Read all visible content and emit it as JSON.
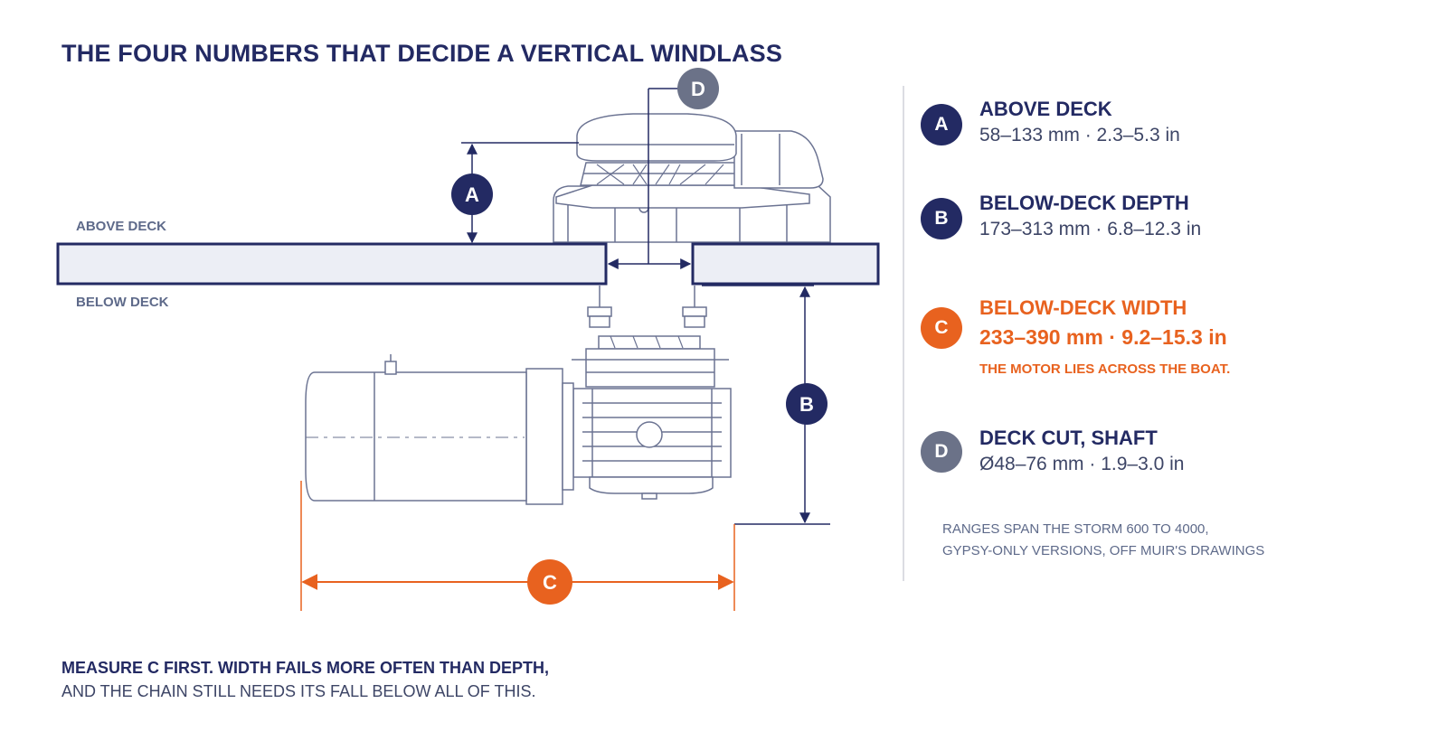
{
  "title": "THE FOUR NUMBERS THAT DECIDE A VERTICAL WINDLASS",
  "diagram": {
    "above_deck_label": "ABOVE DECK",
    "below_deck_label": "BELOW DECK",
    "markers": {
      "a": "A",
      "b": "B",
      "c": "C",
      "d": "D"
    }
  },
  "colors": {
    "navy": "#232a63",
    "accent_orange": "#e8621f",
    "grey_badge": "#6b7288",
    "text_muted": "#5e6a8a"
  },
  "legend": [
    {
      "badge": "A",
      "title": "ABOVE DECK",
      "range": "58–133 mm · 2.3–5.3 in"
    },
    {
      "badge": "B",
      "title": "BELOW-DECK DEPTH",
      "range": "173–313 mm · 6.8–12.3 in"
    },
    {
      "badge": "C",
      "title": "BELOW-DECK WIDTH",
      "range": "233–390 mm · 9.2–15.3 in",
      "note": "THE MOTOR LIES ACROSS THE BOAT."
    },
    {
      "badge": "D",
      "title": "DECK CUT, SHAFT",
      "range": "Ø48–76 mm · 1.9–3.0 in"
    }
  ],
  "source_note": {
    "line1": "RANGES SPAN THE STORM 600 TO 4000,",
    "line2": "GYPSY-ONLY VERSIONS, OFF MUIR'S DRAWINGS"
  },
  "caption": {
    "line1": "MEASURE C FIRST. WIDTH FAILS MORE OFTEN THAN DEPTH,",
    "line2": "AND THE CHAIN STILL NEEDS ITS FALL BELOW ALL OF THIS."
  }
}
